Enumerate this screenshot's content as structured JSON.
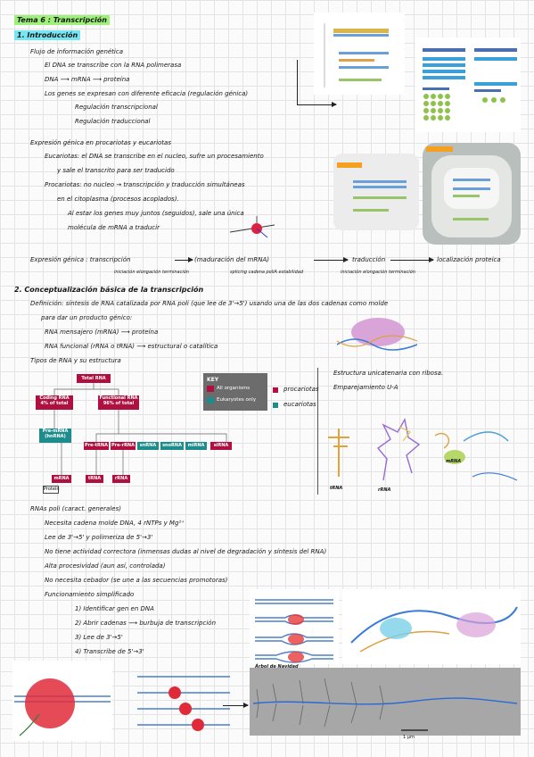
{
  "title": "Tema 6 : Transcripción",
  "s1": {
    "heading": "1. Introducción",
    "flow_title": "Flujo de información genética",
    "flow_items": [
      "El DNA se transcribe con la RNA polimerasa",
      "DNA ⟶ mRNA ⟶ proteína",
      "Los genes se expresan con diferente eficacia (regulación génica)"
    ],
    "flow_sub": [
      "Regulación transcripcional",
      "Regulación traduccional"
    ],
    "expr_title": "Expresión génica en procariotas y eucariotas",
    "expr_items": [
      "Eucariotas: el DNA se transcribe en el nucleo, sufre un procesamiento",
      "y sale el transcrito para ser traducido",
      "Procariotas: no nucleo → transcripción y traducción simultáneas",
      "en el citoplasma (procesos acoplados).",
      "Al estar los genes muy juntos (seguidos), sale una única",
      "molécula de mRNA a traducir"
    ],
    "chain": [
      "Expresión génica : transcripción",
      "(maduración del mRNA)",
      "traducción",
      "localización proteica"
    ],
    "chain_sub": [
      "iniciación  elongación  terminación",
      "splicing  cadena poliA  estabilidad",
      "iniciación  elongación  terminación"
    ]
  },
  "s2": {
    "heading": "2. Conceptualización básica de la transcripción",
    "def1": "Definición: síntesis de RNA catalizada por RNA poli (que lee de 3'→5') usando una de las dos cadenas como molde",
    "def2": "para dar un producto génico:",
    "items": [
      "RNA mensajero (mRNA) ⟶ proteína",
      "RNA funcional (rRNA o tRNA) ⟶ estructural o catalítica"
    ],
    "types_title": "Tipos de RNA y su estructura",
    "right_notes": [
      "Estructura unicatenaria con ribosa.",
      "Emparejamiento U-A"
    ],
    "legend": {
      "key": "KEY",
      "all": "All organisms",
      "euk": "Eukaryotes only"
    },
    "legend_notes": [
      "procariotas",
      "eucariotas"
    ],
    "tree": {
      "total": "Total RNA",
      "coding": "Coding RNA\n4% of total",
      "functional": "Functional RNA\n96% of total",
      "pre_mrna": "Pre-mRNA\n(hnRNA)",
      "row": [
        "Pre-tRNA",
        "Pre-rRNA",
        "snRNA",
        "snoRNA",
        "miRNA",
        "siRNA"
      ],
      "mrna": "mRNA",
      "trna": "tRNA",
      "rrna": "rRNA",
      "protein": "Protein"
    },
    "struct_labels": [
      "tRNA",
      "rRNA",
      "mRNA"
    ]
  },
  "poli": {
    "title": "RNAs poli (caract. generales)",
    "items": [
      "Necesita cadena molde DNA, 4 rNTPs y Mg²⁺",
      "Lee de 3'→5' y polimeriza de 5'→3'",
      "No tiene actividad correctora (inmensas dudas al nivel de degradación y síntesis del RNA)",
      "Alta procesividad (aun así, controlada)",
      "No necesita cebador (se une a las secuencias promotoras)",
      "Funcionamiento simplificado"
    ],
    "steps": [
      "1) Identificar gen en DNA",
      "2) Abrir cadenas ⟶ burbuja de transcripción",
      "3) Lee de 3'→5'",
      "4) Transcribe de 5'→3'"
    ],
    "micrograph_label": "Árbol de Navidad",
    "scale": "1 µm"
  },
  "colors": {
    "green_hl": "#9df07a",
    "cyan_hl": "#76e7f2",
    "crimson": "#b0103f",
    "teal": "#1e8c8c"
  }
}
